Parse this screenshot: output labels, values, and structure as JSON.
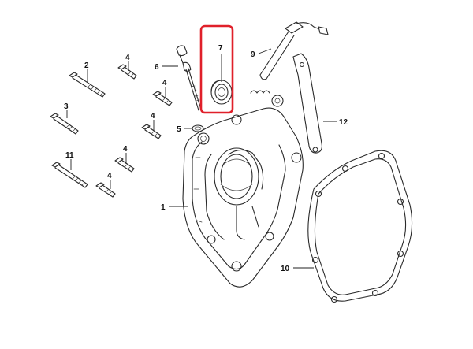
{
  "callouts": {
    "c1": "1",
    "c2": "2",
    "c3": "3",
    "c4a": "4",
    "c4b": "4",
    "c4c": "4",
    "c4d": "4",
    "c4e": "4",
    "c5": "5",
    "c6": "6",
    "c7": "7",
    "c9": "9",
    "c10": "10",
    "c11": "11",
    "c12": "12"
  },
  "highlight": {
    "target": "7",
    "color": "#e0202a"
  },
  "colors": {
    "line": "#2a2a2a",
    "background": "#ffffff"
  }
}
